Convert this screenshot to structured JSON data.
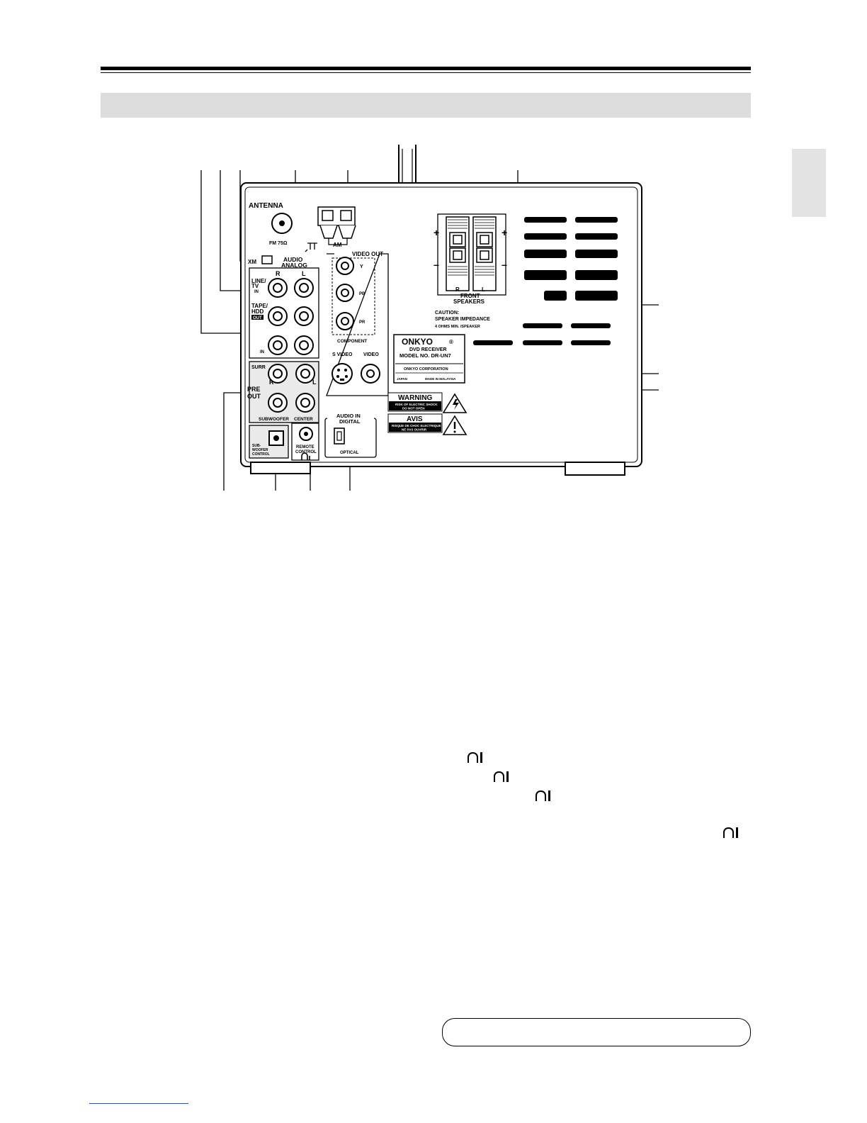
{
  "panel": {
    "antenna": "ANTENNA",
    "fm": "FM 75Ω",
    "am": "AM",
    "xm": "XM",
    "audio": "AUDIO",
    "analog": "ANALOG",
    "r": "R",
    "l": "L",
    "line": "LINE/",
    "tv": "TV",
    "in": "IN",
    "tape": "TAPE/",
    "hdd": "HDD",
    "out": "OUT",
    "surr": "SURR",
    "pre": "PRE",
    "pre_out": "OUT",
    "subwoofer": "SUBWOOFER",
    "center": "CENTER",
    "sub_ctl_1": "SUB-",
    "sub_ctl_2": "WOOFER",
    "sub_ctl_3": "CONTROL",
    "remote_1": "REMOTE",
    "remote_2": "CONTROL",
    "video_out": "VIDEO OUT",
    "y": "Y",
    "pb": "PB",
    "pr": "PR",
    "component": "COMPONENT",
    "s_video": "S VIDEO",
    "video": "VIDEO",
    "audio_in": "AUDIO IN",
    "digital": "DIGITAL",
    "optical": "OPTICAL",
    "front": "FRONT",
    "speakers": "SPEAKERS",
    "plus": "+",
    "minus": "–",
    "caution_1": "CAUTION:",
    "caution_2": "SPEAKER IMPEDANCE",
    "caution_3": "4 OHMS MIN. /SPEAKER",
    "brand": "ONKYO",
    "brand_mark": "®",
    "product": "DVD RECEIVER",
    "model": "MODEL NO. DR-UN7",
    "corp": "ONKYO CORPORATION",
    "japan": "JAPAN",
    "made_in": "MADE IN MALAYSIA",
    "warning": "WARNING",
    "warning_sub_1": "RISK OF ELECTRIC SHOCK",
    "warning_sub_2": "DO NOT OPEN",
    "avis": "AVIS",
    "avis_sub_1": "RISQUE DE CHOC ELECTRIQUE",
    "avis_sub_2": "NE PAS OUVRIR"
  }
}
